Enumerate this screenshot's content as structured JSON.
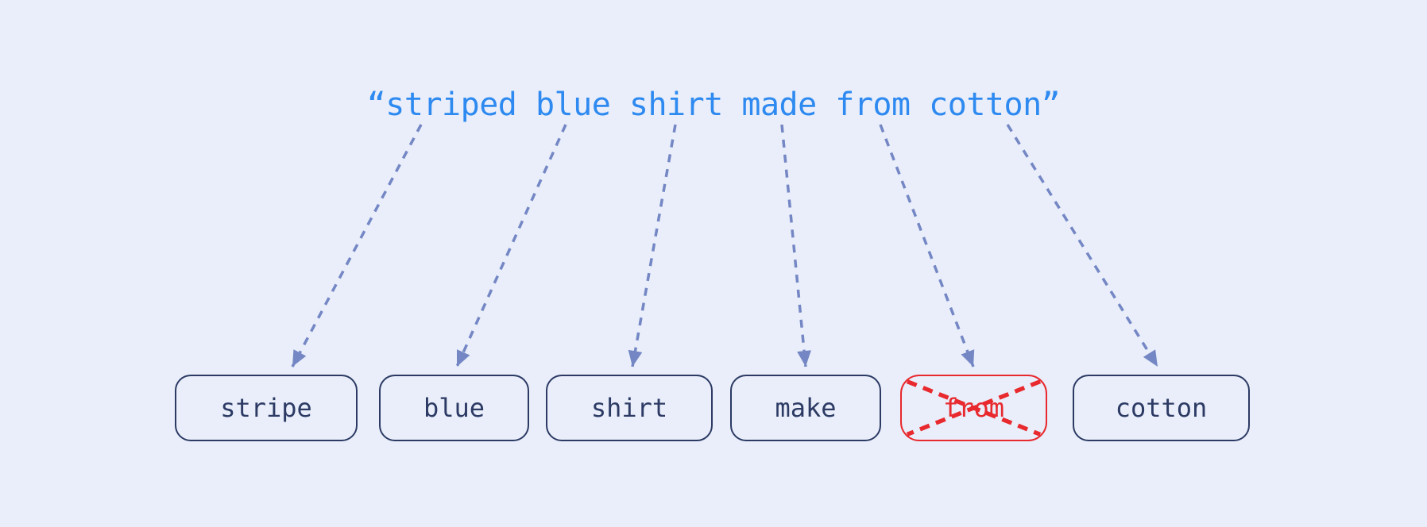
{
  "figure": {
    "kind": "tokenization-diagram",
    "description_visible_only": false
  },
  "title": {
    "text": "“striped blue shirt made from cotton”"
  },
  "tokens": [
    {
      "label": "stripe",
      "removed": false
    },
    {
      "label": "blue",
      "removed": false
    },
    {
      "label": "shirt",
      "removed": false
    },
    {
      "label": "make",
      "removed": false
    },
    {
      "label": "from",
      "removed": true
    },
    {
      "label": "cotton",
      "removed": false
    }
  ],
  "arrows": [
    {
      "from_word": "striped",
      "to_token": "stripe"
    },
    {
      "from_word": "blue",
      "to_token": "blue"
    },
    {
      "from_word": "shirt",
      "to_token": "shirt"
    },
    {
      "from_word": "made",
      "to_token": "make"
    },
    {
      "from_word": "from",
      "to_token": "from"
    },
    {
      "from_word": "cotton",
      "to_token": "cotton"
    }
  ],
  "colors": {
    "background": "#e9eefa",
    "title_blue": "#2e8af0",
    "token_navy": "#2c3a64",
    "arrow_slate": "#7487c4",
    "removed_red": "#e8292e"
  }
}
